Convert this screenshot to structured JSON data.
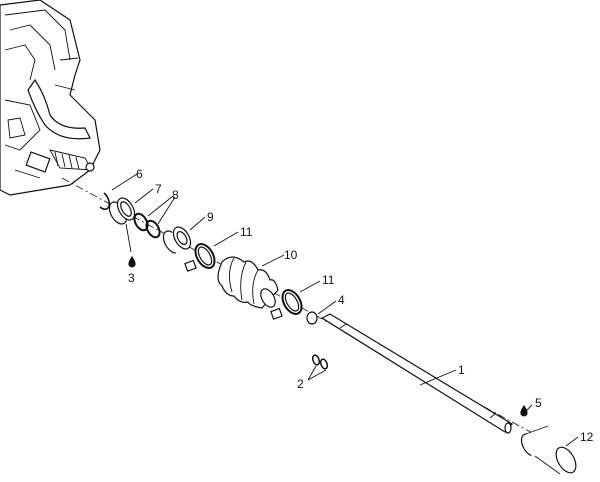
{
  "diagram": {
    "callouts": [
      {
        "id": "c1",
        "text": "1"
      },
      {
        "id": "c2",
        "text": "2"
      },
      {
        "id": "c3",
        "text": "3"
      },
      {
        "id": "c4",
        "text": "4"
      },
      {
        "id": "c5",
        "text": "5"
      },
      {
        "id": "c6",
        "text": "6"
      },
      {
        "id": "c7",
        "text": "7"
      },
      {
        "id": "c8",
        "text": "8"
      },
      {
        "id": "c9",
        "text": "9"
      },
      {
        "id": "c10",
        "text": "10"
      },
      {
        "id": "c11a",
        "text": "11"
      },
      {
        "id": "c11b",
        "text": "11"
      },
      {
        "id": "c12",
        "text": "12"
      }
    ]
  }
}
